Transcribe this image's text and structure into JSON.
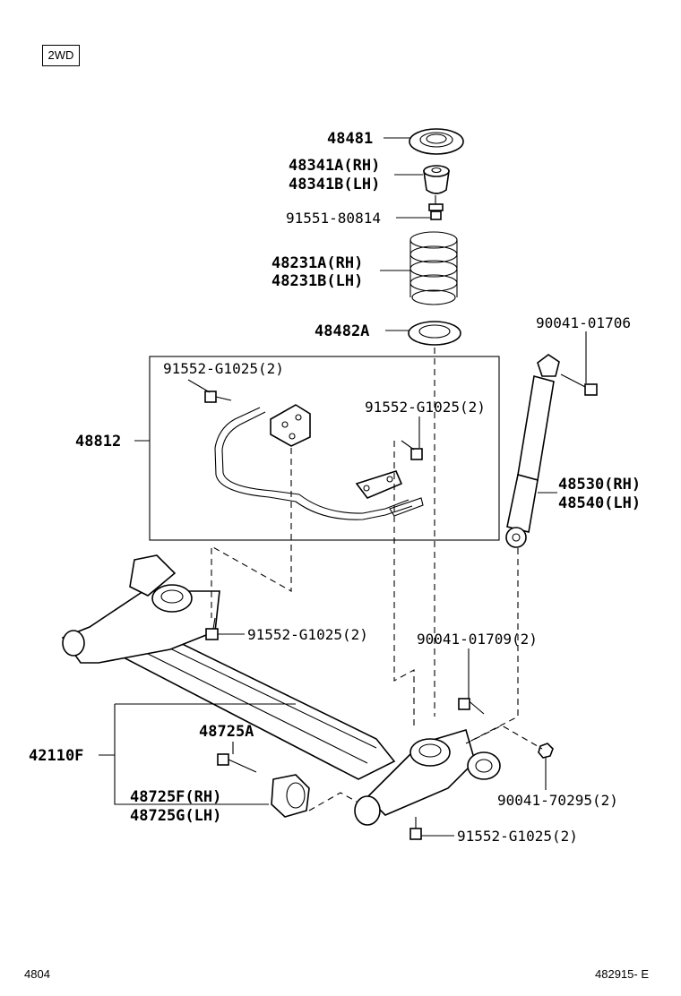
{
  "badge": "2WD",
  "parts": {
    "p48481": "48481",
    "p48341A": "48341A(RH)",
    "p48341B": "48341B(LH)",
    "p91551": "91551-80814",
    "p48231A": "48231A(RH)",
    "p48231B": "48231B(LH)",
    "p48482A": "48482A",
    "p90041_01706": "90041-01706",
    "p91552_a": "91552-G1025(2)",
    "p91552_b": "91552-G1025(2)",
    "p48812": "48812",
    "p48530": "48530(RH)",
    "p48540": "48540(LH)",
    "p91552_c": "91552-G1025(2)",
    "p90041_01709": "90041-01709(2)",
    "p48725A": "48725A",
    "p42110F": "42110F",
    "p48725F": "48725F(RH)",
    "p48725G": "48725G(LH)",
    "p90041_70295": "90041-70295(2)",
    "p91552_d": "91552-G1025(2)"
  },
  "footer": {
    "left": "4804",
    "right": "482915- E"
  }
}
